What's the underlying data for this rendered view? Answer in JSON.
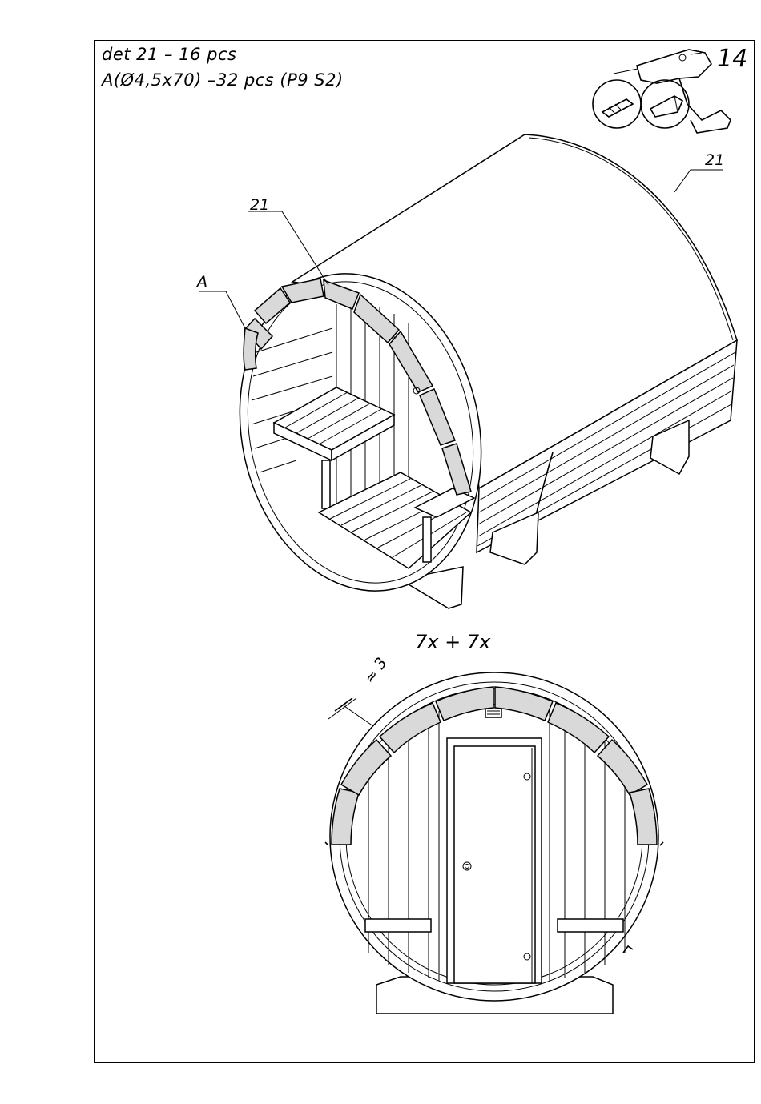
{
  "header": {
    "detail_line": "det 21 – 16 pcs",
    "fastener_line": "A(Ø4,5x70) –32 pcs  (P9 S2)",
    "step_number": "14"
  },
  "callouts": {
    "part_top_right": "21",
    "part_top_left": "21",
    "fastener": "A",
    "gap_dim": "≈ 3"
  },
  "front_view": {
    "count_label": "7x  +  7x"
  },
  "icons": [
    "drill-icon",
    "drill-bit-icon",
    "torx-bit-icon"
  ],
  "colors": {
    "line": "#000000",
    "segment_fill": "#d9d9d9",
    "paper": "#ffffff"
  }
}
